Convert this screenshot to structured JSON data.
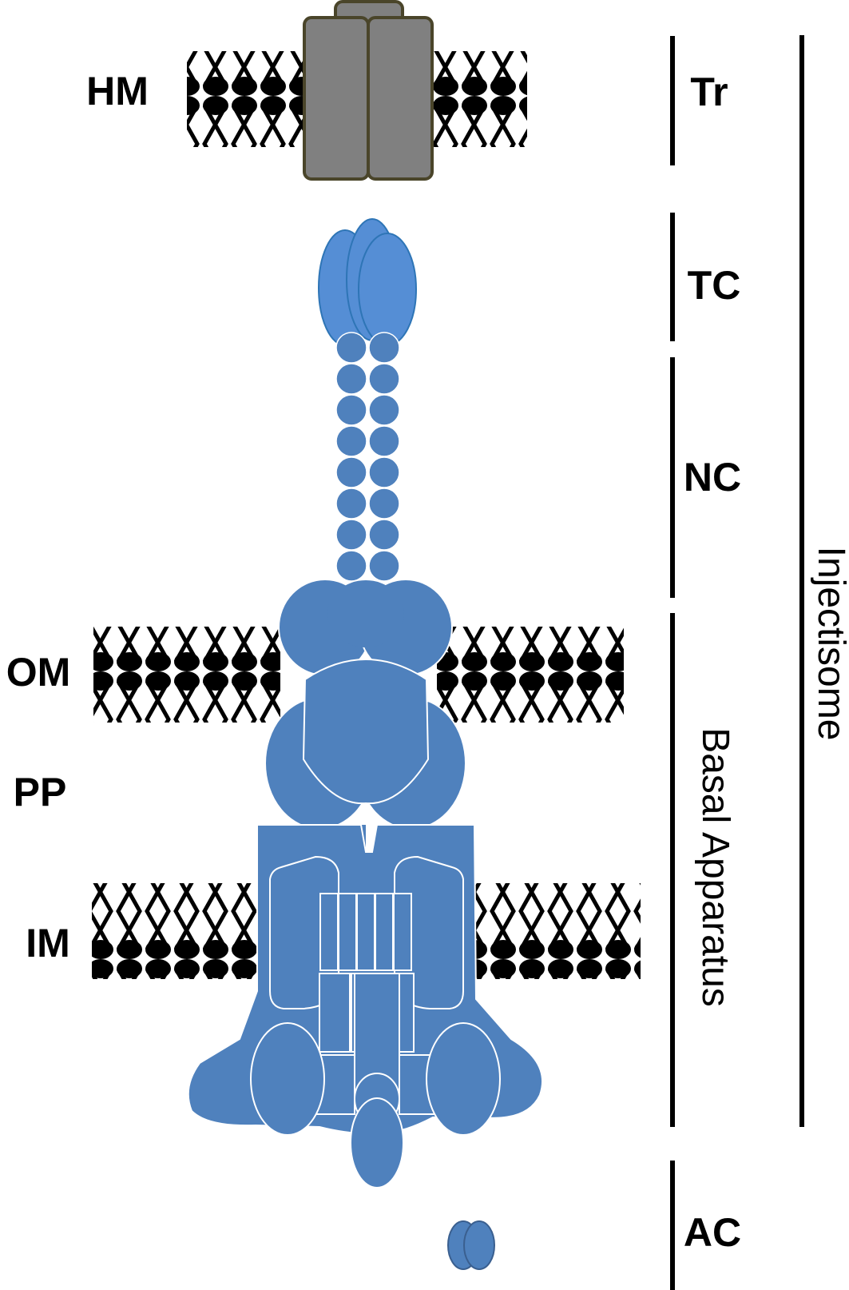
{
  "membranes": {
    "hm": "HM",
    "om": "OM",
    "pp": "PP",
    "im": "IM"
  },
  "sections": {
    "tr": "Tr",
    "tc": "TC",
    "nc": "NC",
    "basal": "Basal Apparatus",
    "ac": "AC"
  },
  "overall": "Injectisome",
  "colors": {
    "protein": "#4f81bd",
    "tip": "#558ed5",
    "translocon": "#808080",
    "translocon_border": "#4a452a",
    "lipid": "#000000"
  }
}
